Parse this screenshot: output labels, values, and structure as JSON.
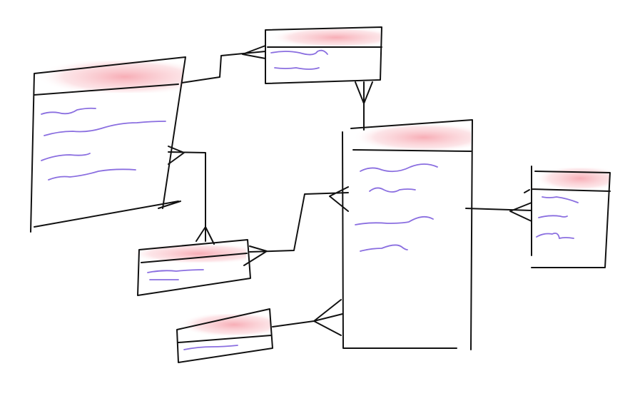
{
  "diagram": {
    "style": "hand-drawn entity-relationship sketch",
    "colors": {
      "ink": "#111111",
      "header": "#f7b6bd",
      "field_lines": "#8a6ee0"
    },
    "entities": [
      {
        "id": "left-large"
      },
      {
        "id": "top-middle"
      },
      {
        "id": "center-large"
      },
      {
        "id": "far-right"
      },
      {
        "id": "middle-small"
      },
      {
        "id": "bottom-small"
      }
    ],
    "relationships": [
      {
        "from": "left-large",
        "to": "top-middle",
        "end": "crows-foot"
      },
      {
        "from": "top-middle",
        "to": "center-large",
        "end": "crows-foot"
      },
      {
        "from": "left-large",
        "to": "middle-small",
        "end": "crows-foot"
      },
      {
        "from": "middle-small",
        "to": "center-large",
        "end": "crows-foot"
      },
      {
        "from": "center-large",
        "to": "far-right",
        "end": "crows-foot"
      },
      {
        "from": "bottom-small",
        "to": "center-large",
        "end": "crows-foot"
      }
    ]
  }
}
